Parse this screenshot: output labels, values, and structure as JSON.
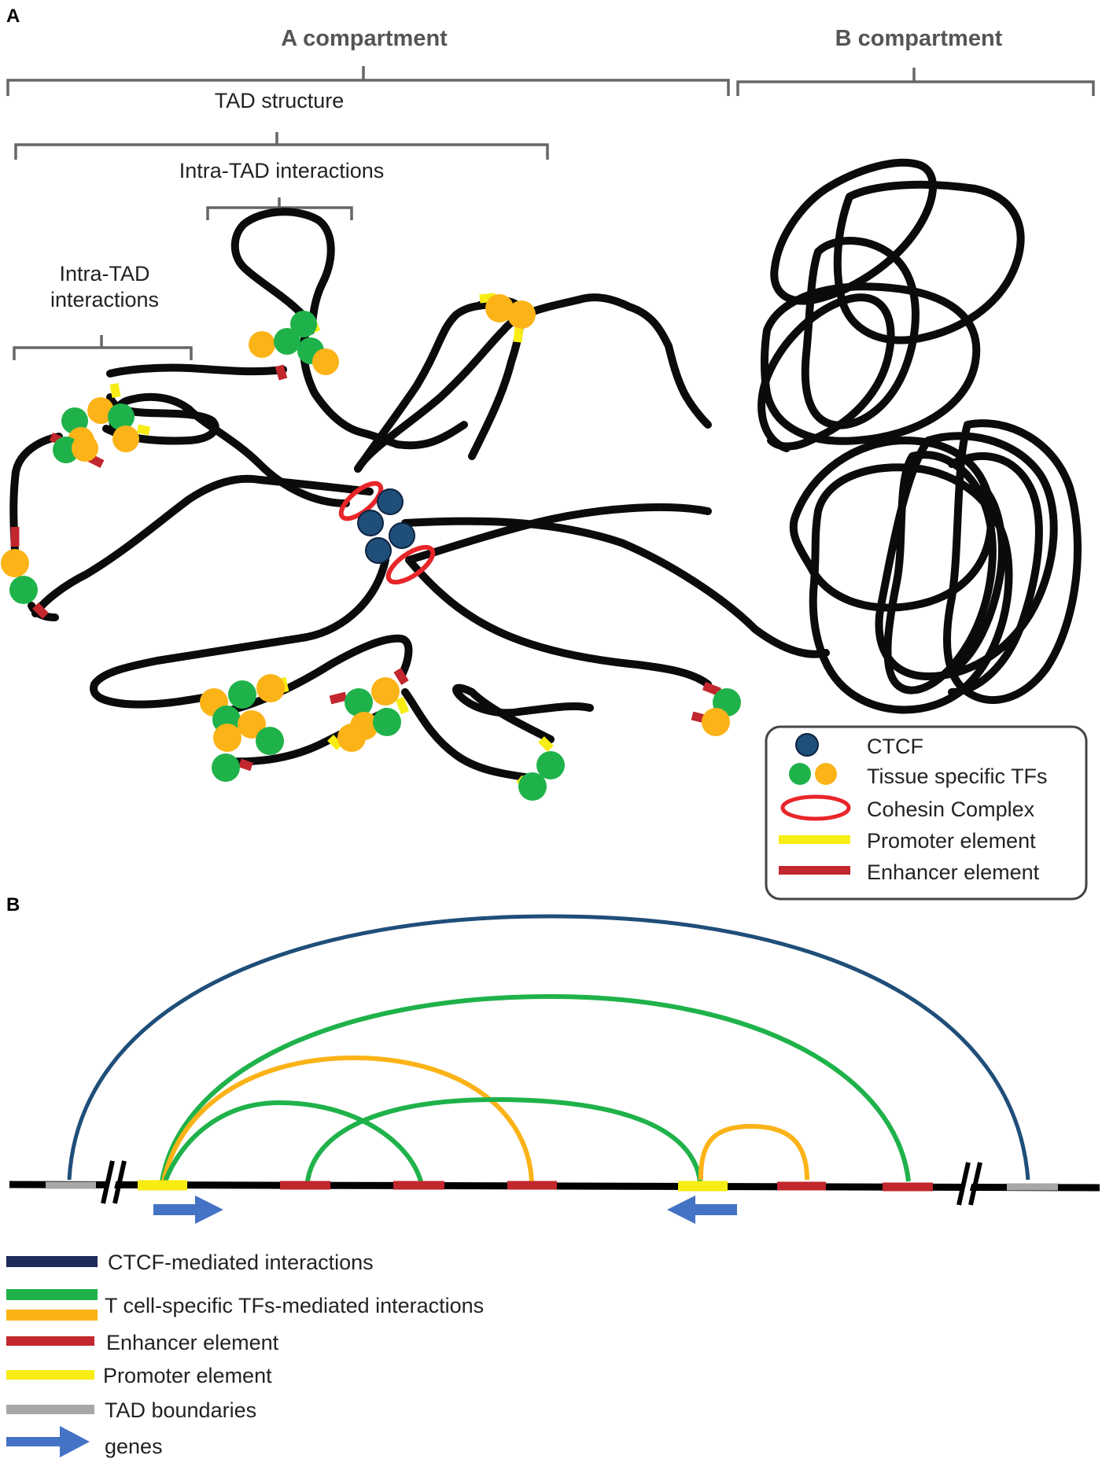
{
  "panel_a": {
    "label": "A",
    "a_compartment": "A compartment",
    "b_compartment": "B compartment",
    "tad_structure": "TAD structure",
    "intra_tad_top": "Intra-TAD interactions",
    "intra_tad_left_line1": "Intra-TAD",
    "intra_tad_left_line2": "interactions",
    "legend": {
      "ctcf": "CTCF",
      "tissue_tfs": "Tissue specific TFs",
      "cohesin": "Cohesin Complex",
      "promoter": "Promoter element",
      "enhancer": "Enhancer element"
    }
  },
  "panel_b": {
    "label": "B",
    "legend": {
      "ctcf_interactions": "CTCF-mediated interactions",
      "tcell_interactions": "T cell-specific TFs-mediated interactions",
      "enhancer": "Enhancer element",
      "promoter": "Promoter element",
      "tad_boundaries": "TAD boundaries",
      "genes": "genes"
    }
  },
  "colors": {
    "ctcf": "#1f4e79",
    "ctcf_line": "#1d2a5a",
    "green_tf": "#1fb24a",
    "orange_tf": "#fbb317",
    "cohesin": "#e8262a",
    "promoter": "#f7ec13",
    "enhancer": "#c1272d",
    "boundary": "#a7a7a7",
    "gene_arrow": "#4472c4"
  }
}
